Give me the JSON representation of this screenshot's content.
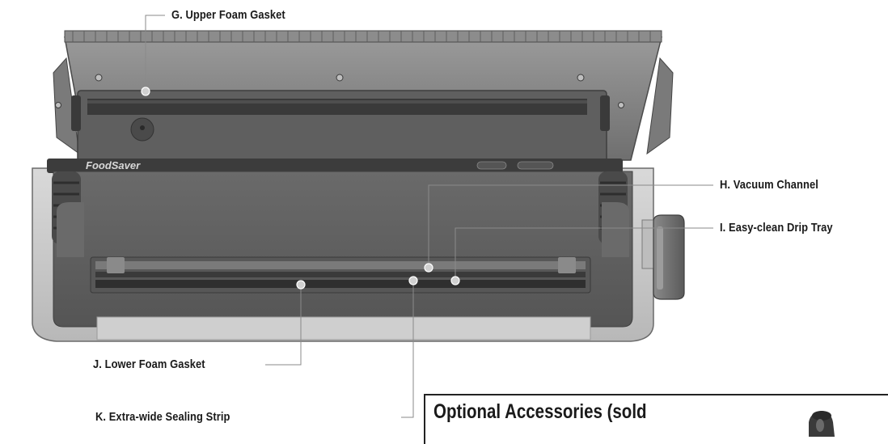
{
  "labels": {
    "upper_gasket": "G. Upper Foam Gasket",
    "vacuum_channel": "H. Vacuum Channel",
    "drip_tray": "I. Easy-clean Drip Tray",
    "lower_gasket": "J. Lower Foam Gasket",
    "sealing_strip": "K. Extra-wide Sealing Strip"
  },
  "brand": {
    "logo_text": "FoodSaver"
  },
  "accessories": {
    "heading": "Optional Accessories (sold"
  }
}
